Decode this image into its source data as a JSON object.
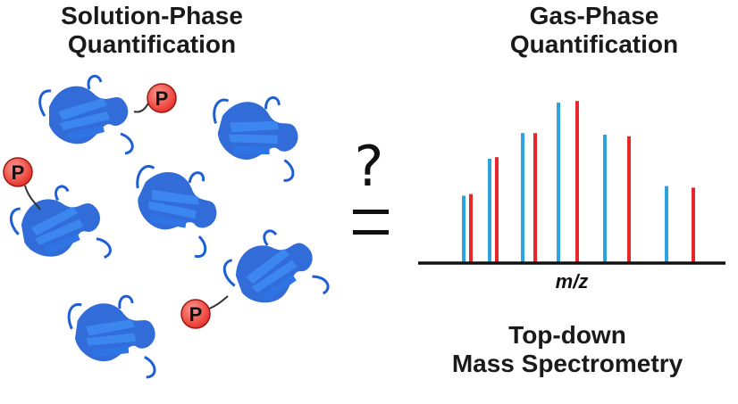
{
  "left_heading": {
    "line1": "Solution-Phase",
    "line2": "Quantification"
  },
  "right_heading": {
    "line1": "Gas-Phase",
    "line2": "Quantification"
  },
  "bottom_heading": {
    "line1": "Top-down",
    "line2": "Mass Spectrometry"
  },
  "question_mark": "?",
  "phospho_label": "P",
  "colors": {
    "protein": "#1f5fd6",
    "phospho": "#f0473f",
    "blue_peak": "#2ea3de",
    "red_peak": "#e8262b"
  },
  "chart_data": {
    "type": "bar",
    "xlabel": "m/z",
    "ylabel": "",
    "series": [
      {
        "values": [
          0.42,
          0.65,
          0.81,
          1.0,
          0.8,
          0.48
        ]
      },
      {
        "values": [
          0.43,
          0.66,
          0.81,
          1.01,
          0.79,
          0.47
        ]
      }
    ]
  }
}
